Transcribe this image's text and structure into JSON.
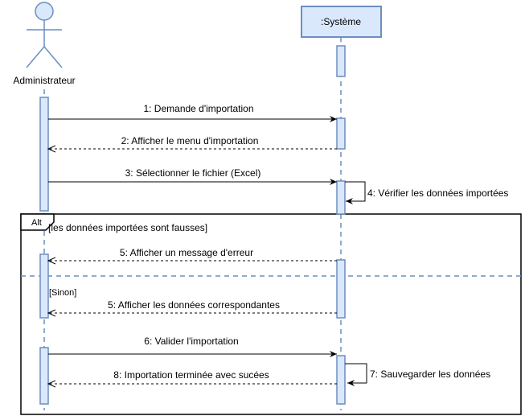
{
  "actors": {
    "admin": {
      "label": "Administrateur"
    },
    "system": {
      "label": ":Système"
    }
  },
  "messages": [
    {
      "id": "m1",
      "label": "1: Demande d'importation"
    },
    {
      "id": "m2",
      "label": "2: Afficher le menu d'importation"
    },
    {
      "id": "m3",
      "label": "3: Sélectionner le fichier (Excel)"
    },
    {
      "id": "m4",
      "label": "4: Vérifier les données importées"
    },
    {
      "id": "m5a",
      "label": "5: Afficher un message d'erreur"
    },
    {
      "id": "m5b",
      "label": "5: Afficher les données correspondantes"
    },
    {
      "id": "m6",
      "label": "6: Valider l'importation"
    },
    {
      "id": "m7",
      "label": "7: Sauvegarder les données"
    },
    {
      "id": "m8",
      "label": "8: Importation terminée avec sucées"
    }
  ],
  "fragment": {
    "operator": "Alt",
    "guard1": "[les données importées sont fausses]",
    "guard2": "[Sinon]"
  },
  "colors": {
    "fill": "#dae8fc",
    "stroke": "#6c8ebf",
    "line": "#000000"
  }
}
